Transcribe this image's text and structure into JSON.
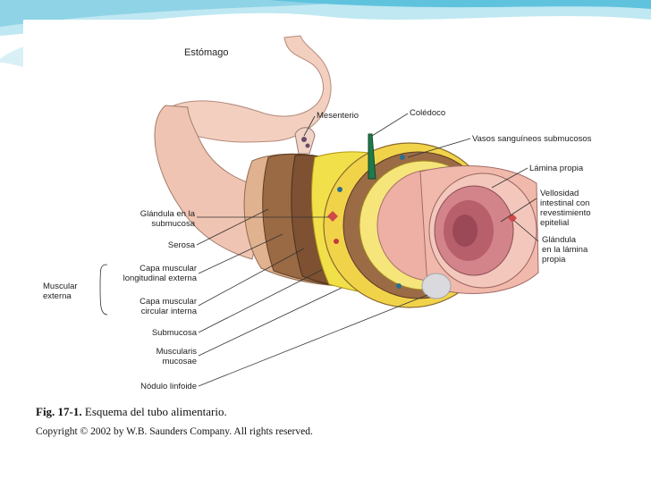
{
  "labels": {
    "estomago": "Estómago",
    "mesenterio": "Mesenterio",
    "coledoco": "Colédoco",
    "vasos": "Vasos sanguíneos submucosos",
    "lamina": "Lámina propia",
    "vellosidad": "Vellosidad\nintestinal con\nrevestimiento\nepitelial",
    "glandula_lamina": "Glándula\nen la lámina\npropia",
    "glandula_submucosa": "Glándula en la\nsubmucosa",
    "serosa": "Serosa",
    "muscular_externa": "Muscular\nexterna",
    "capa_longitudinal": "Capa muscular\nlongitudinal externa",
    "capa_circular": "Capa muscular\ncircular interna",
    "submucosa": "Submucosa",
    "muscularis": "Muscularis\nmucosae",
    "nodulo": "Nódulo linfoide"
  },
  "caption": {
    "fig_number": "Fig. 17-1.",
    "fig_title": "Esquema del tubo alimentario."
  },
  "copyright": "Copyright © 2002 by W.B. Saunders Company. All rights reserved.",
  "colors": {
    "slide_accent": "#2fb6d3",
    "serosa": "#e8b89c",
    "muscle": "#8a5a35",
    "submucosa": "#f2e04a",
    "mucosa": "#e9a49d",
    "lumen": "#c9707a"
  }
}
